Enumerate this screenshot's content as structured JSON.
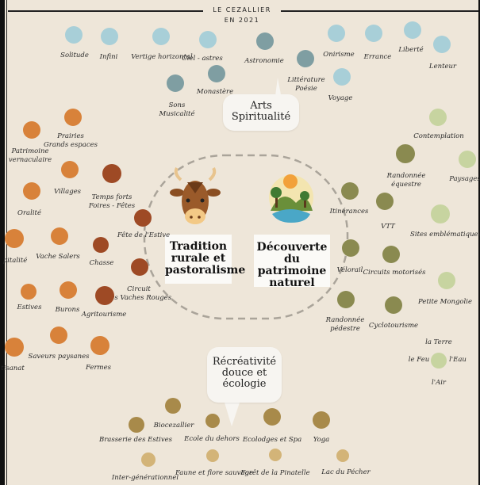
{
  "header": {
    "line1": "LE CEZALLIER",
    "line2": "EN 2021"
  },
  "themes": {
    "arts": [
      "Arts",
      "Spiritualité"
    ],
    "recreativite": [
      "Récréativité",
      "douce et",
      "écologie"
    ],
    "tradition": [
      "Tradition",
      "rurale et",
      "pastoralisme"
    ],
    "decouverte": [
      "Découverte",
      "du patrimoine",
      "naturel"
    ]
  },
  "colors": {
    "light_blue": "#a8cfd8",
    "steel_blue": "#7f9ea2",
    "orange": "#d8823a",
    "brown": "#9e4a25",
    "olive": "#8a8a50",
    "sage": "#c7d4a0",
    "gold": "#a88a4a",
    "tan": "#d3b478"
  },
  "nodes": [
    {
      "id": "solitude",
      "lines": [
        "Solitude"
      ],
      "color": "light_blue"
    },
    {
      "id": "infini",
      "lines": [
        "Infini"
      ],
      "color": "light_blue"
    },
    {
      "id": "vertige",
      "lines": [
        "Vertige horizontal"
      ],
      "color": "light_blue"
    },
    {
      "id": "ciel",
      "lines": [
        "Ciel - astres"
      ],
      "color": "light_blue"
    },
    {
      "id": "astronomie",
      "lines": [
        "Astronomie"
      ],
      "color": "steel_blue"
    },
    {
      "id": "onirisme",
      "lines": [
        "Onirisme"
      ],
      "color": "light_blue"
    },
    {
      "id": "errance",
      "lines": [
        "Errance"
      ],
      "color": "light_blue"
    },
    {
      "id": "liberte",
      "lines": [
        "Liberté"
      ],
      "color": "light_blue"
    },
    {
      "id": "lenteur",
      "lines": [
        "Lenteur"
      ],
      "color": "light_blue"
    },
    {
      "id": "litterature",
      "lines": [
        "Littérature",
        "Poésie"
      ],
      "color": "steel_blue"
    },
    {
      "id": "voyage",
      "lines": [
        "Voyage"
      ],
      "color": "light_blue"
    },
    {
      "id": "monastere",
      "lines": [
        "Monastère"
      ],
      "color": "steel_blue"
    },
    {
      "id": "sons",
      "lines": [
        "Sons",
        "Musicalité"
      ],
      "color": "steel_blue"
    },
    {
      "id": "patrimoine",
      "lines": [
        "Patrimoine",
        "vernaculaire"
      ],
      "color": "orange"
    },
    {
      "id": "prairies",
      "lines": [
        "Prairies",
        "Grands espaces"
      ],
      "color": "orange"
    },
    {
      "id": "villages",
      "lines": [
        "Villages"
      ],
      "color": "orange"
    },
    {
      "id": "tempsforts",
      "lines": [
        "Temps forts",
        "Foires - Fêtes"
      ],
      "color": "brown"
    },
    {
      "id": "oralite",
      "lines": [
        "Oralité"
      ],
      "color": "orange"
    },
    {
      "id": "fete",
      "lines": [
        "Fête de l'Estive"
      ],
      "color": "brown"
    },
    {
      "id": "hospitalite",
      "lines": [
        "pitalité"
      ],
      "color": "orange"
    },
    {
      "id": "vachesalers",
      "lines": [
        "Vache Salers"
      ],
      "color": "orange"
    },
    {
      "id": "chasse",
      "lines": [
        "Chasse"
      ],
      "color": "brown"
    },
    {
      "id": "circuit",
      "lines": [
        "Circuit",
        "des Vaches Rouges"
      ],
      "color": "brown"
    },
    {
      "id": "estives",
      "lines": [
        "Estives"
      ],
      "color": "orange"
    },
    {
      "id": "burons",
      "lines": [
        "Burons"
      ],
      "color": "orange"
    },
    {
      "id": "agritourisme",
      "lines": [
        "Agritourisme"
      ],
      "color": "brown"
    },
    {
      "id": "artisanat",
      "lines": [
        "tisanat"
      ],
      "color": "orange"
    },
    {
      "id": "saveurs",
      "lines": [
        "Saveurs paysanes"
      ],
      "color": "orange"
    },
    {
      "id": "fermes",
      "lines": [
        "Fermes"
      ],
      "color": "orange"
    },
    {
      "id": "contemplation",
      "lines": [
        "Contemplation"
      ],
      "color": "sage"
    },
    {
      "id": "randoequestre",
      "lines": [
        "Randonnée",
        "équestre"
      ],
      "color": "olive"
    },
    {
      "id": "paysages",
      "lines": [
        "Paysages"
      ],
      "color": "sage"
    },
    {
      "id": "itinerances",
      "lines": [
        "Itinérances"
      ],
      "color": "olive"
    },
    {
      "id": "vtt",
      "lines": [
        "VTT"
      ],
      "color": "olive"
    },
    {
      "id": "sites",
      "lines": [
        "Sites emblématiques"
      ],
      "color": "sage"
    },
    {
      "id": "velorail",
      "lines": [
        "Vélorail"
      ],
      "color": "olive"
    },
    {
      "id": "circuitsmoto",
      "lines": [
        "Circuits motorisés"
      ],
      "color": "olive"
    },
    {
      "id": "mongolie",
      "lines": [
        "Petite Mongolie"
      ],
      "color": "sage"
    },
    {
      "id": "randopedestre",
      "lines": [
        "Randonnée",
        "pédestre"
      ],
      "color": "olive"
    },
    {
      "id": "cyclotourisme",
      "lines": [
        "Cyclotourisme"
      ],
      "color": "olive"
    },
    {
      "id": "elements",
      "lines": [],
      "color": "sage"
    },
    {
      "id": "biocezallier",
      "lines": [
        "Biocezallier"
      ],
      "color": "gold"
    },
    {
      "id": "brasserie",
      "lines": [
        "Brasserie des Estives"
      ],
      "color": "gold"
    },
    {
      "id": "ecole",
      "lines": [
        "Ecole du dehors"
      ],
      "color": "gold"
    },
    {
      "id": "ecolodges",
      "lines": [
        "Ecolodges et Spa"
      ],
      "color": "gold"
    },
    {
      "id": "yoga",
      "lines": [
        "Yoga"
      ],
      "color": "gold"
    },
    {
      "id": "intergen",
      "lines": [
        "Inter-générationnel"
      ],
      "color": "tan"
    },
    {
      "id": "faune",
      "lines": [
        "Faune et flore sauvage"
      ],
      "color": "tan"
    },
    {
      "id": "foret",
      "lines": [
        "Forêt de la Pinatelle"
      ],
      "color": "tan"
    },
    {
      "id": "lac",
      "lines": [
        "Lac du Pécher"
      ],
      "color": "tan"
    }
  ],
  "elements_labels": {
    "terre": "la Terre",
    "feu": "le Feu",
    "eau": "l'Eau",
    "air": "l'Air"
  }
}
